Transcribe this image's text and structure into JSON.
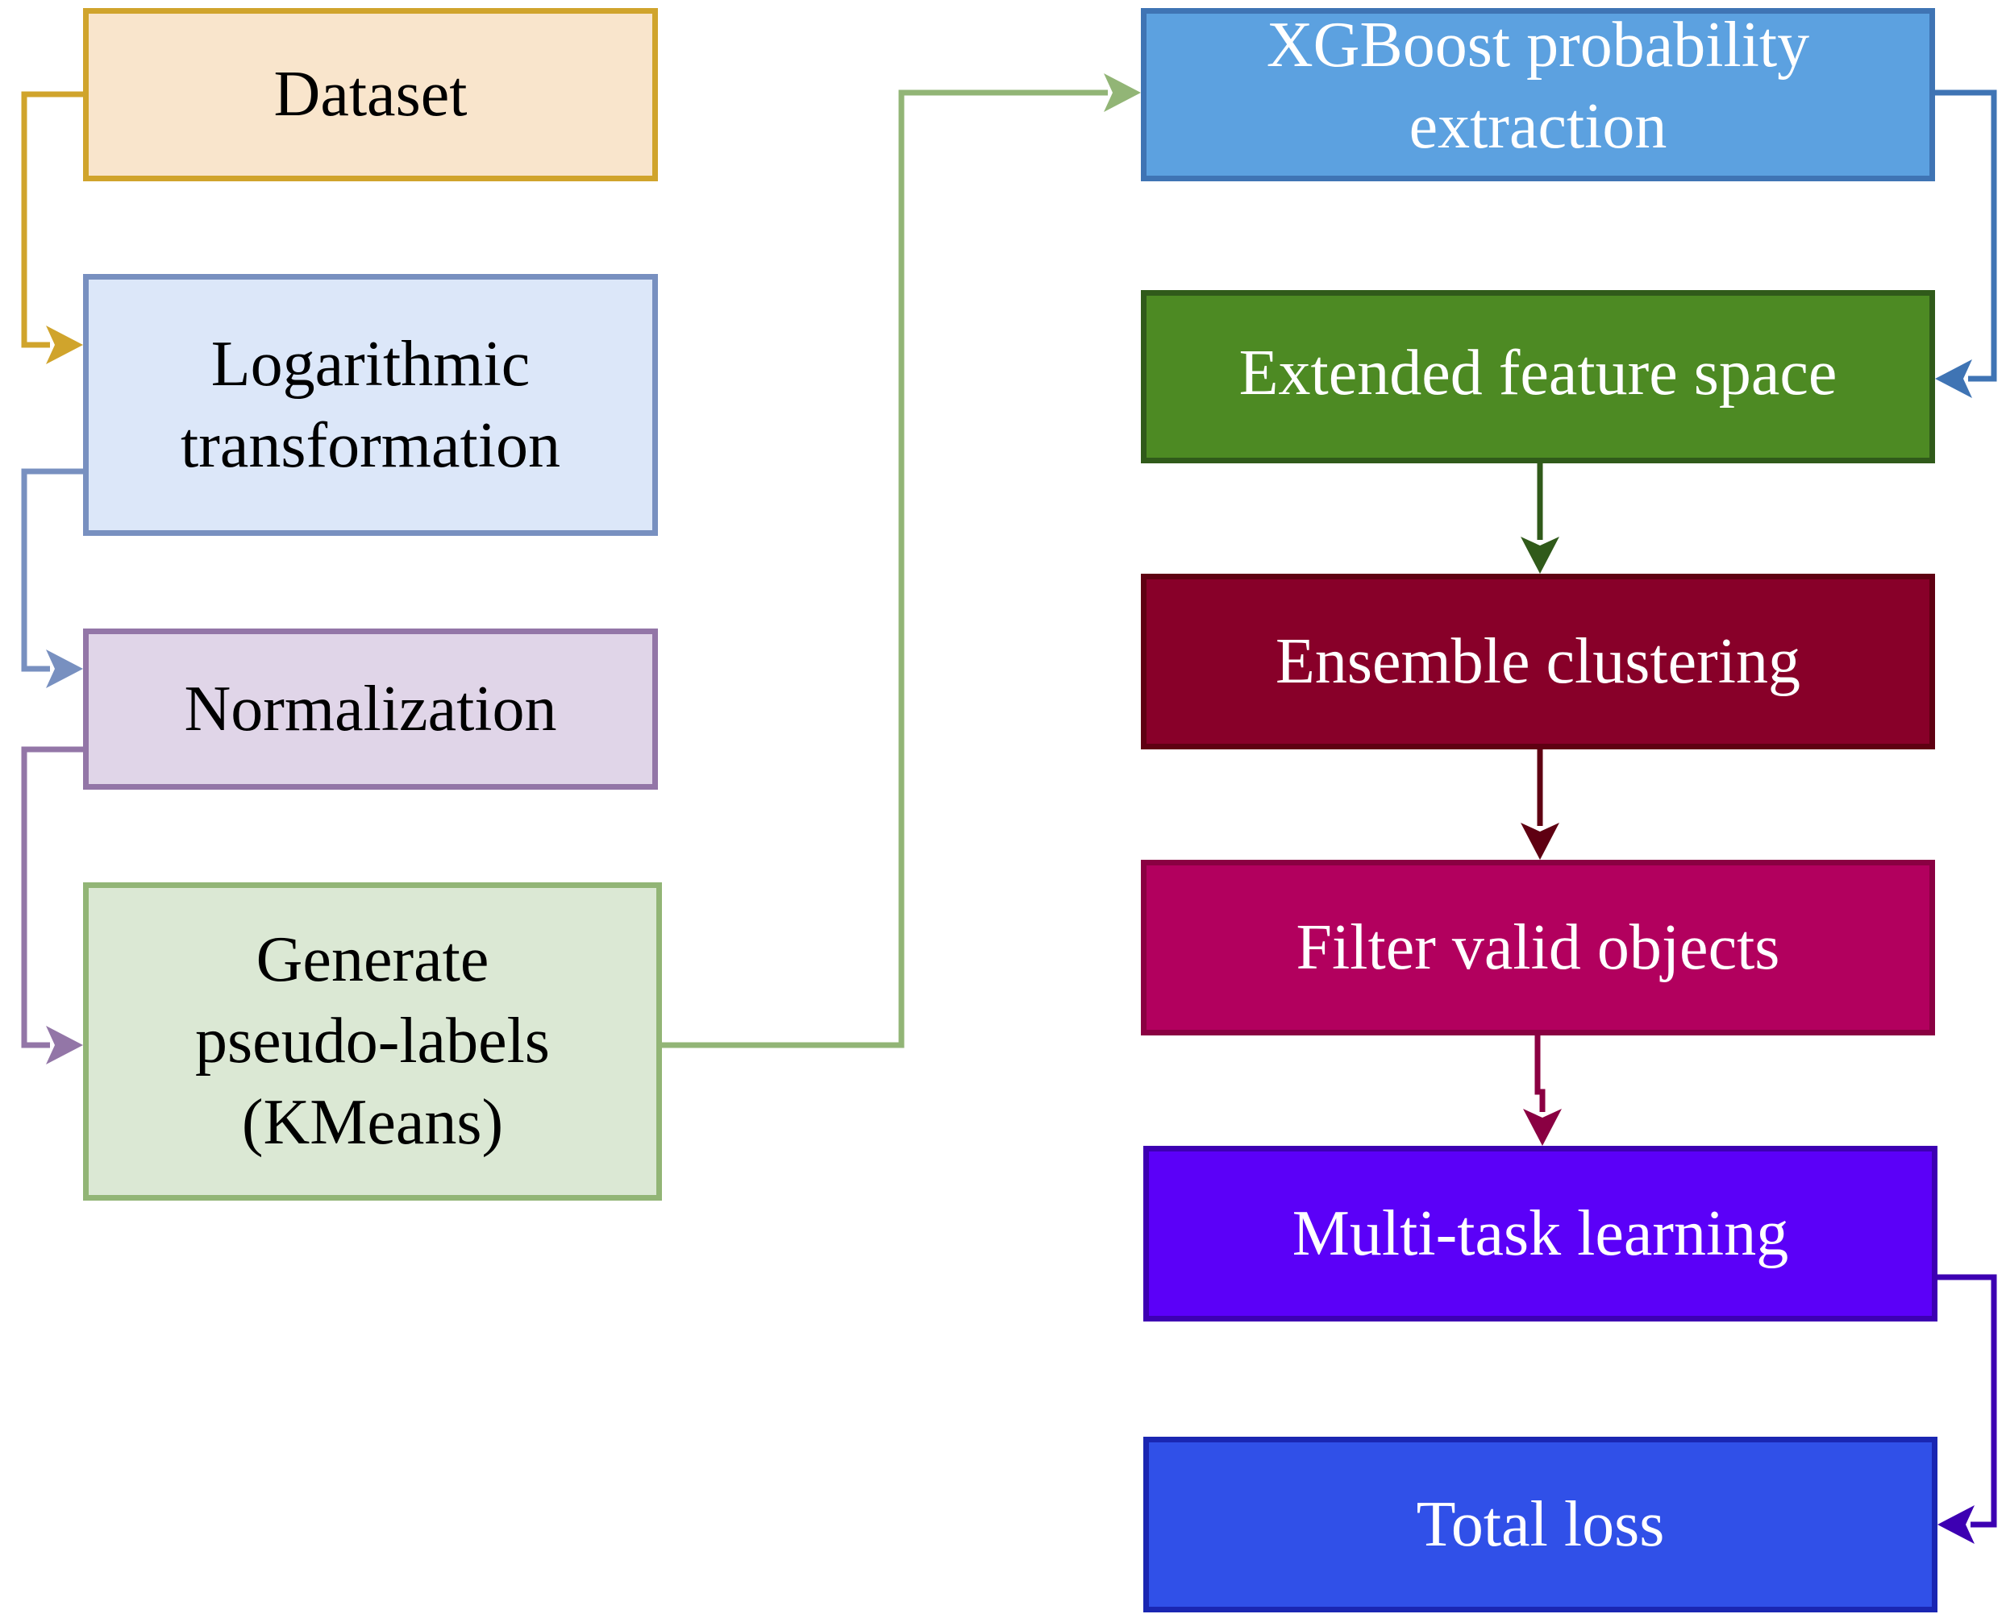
{
  "nodes": {
    "dataset": {
      "label": "Dataset",
      "fill": "#f9e5cc",
      "stroke": "#d0a42c"
    },
    "log_transform": {
      "label": "Logarithmic\ntransformation",
      "fill": "#dce7f9",
      "stroke": "#7890c0"
    },
    "normalization": {
      "label": "Normalization",
      "fill": "#e0d5e8",
      "stroke": "#9376a7"
    },
    "pseudo_labels": {
      "label": "Generate\npseudo-labels\n(KMeans)",
      "fill": "#dbe8d4",
      "stroke": "#92b576"
    },
    "xgboost": {
      "label": "XGBoost probability\nextraction",
      "fill": "#5ca1e0",
      "stroke": "#3f74b4"
    },
    "extended_features": {
      "label": "Extended feature space",
      "fill": "#4d8a23",
      "stroke": "#305a1a"
    },
    "ensemble_clustering": {
      "label": "Ensemble clustering",
      "fill": "#880029",
      "stroke": "#5f0012"
    },
    "filter_valid": {
      "label": "Filter valid objects",
      "fill": "#b2005e",
      "stroke": "#8a0042"
    },
    "multi_task": {
      "label": "Multi-task learning",
      "fill": "#5b00f8",
      "stroke": "#3d00b2"
    },
    "total_loss": {
      "label": "Total loss",
      "fill": "#3050e8",
      "stroke": "#1a26b2"
    }
  },
  "edges": [
    {
      "from": "dataset",
      "to": "log_transform",
      "color": "#d0a42c"
    },
    {
      "from": "log_transform",
      "to": "normalization",
      "color": "#7890c0"
    },
    {
      "from": "normalization",
      "to": "pseudo_labels",
      "color": "#9376a7"
    },
    {
      "from": "pseudo_labels",
      "to": "xgboost",
      "color": "#92b576"
    },
    {
      "from": "xgboost",
      "to": "extended_features",
      "color": "#3f74b4"
    },
    {
      "from": "extended_features",
      "to": "ensemble_clustering",
      "color": "#305a1a"
    },
    {
      "from": "ensemble_clustering",
      "to": "filter_valid",
      "color": "#5f0012"
    },
    {
      "from": "filter_valid",
      "to": "multi_task",
      "color": "#8a0042"
    },
    {
      "from": "multi_task",
      "to": "total_loss",
      "color": "#3d00b2"
    }
  ]
}
